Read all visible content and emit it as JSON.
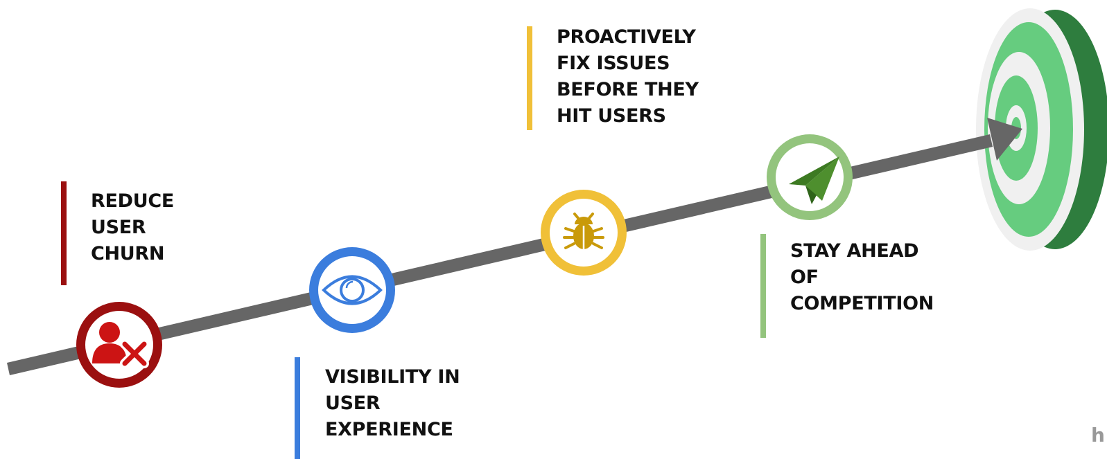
{
  "steps": [
    {
      "id": "reduce-churn",
      "lines": [
        "REDUCE",
        "USER",
        "CHURN"
      ],
      "icon": "user-remove-icon",
      "color": "#9b1010"
    },
    {
      "id": "visibility",
      "lines": [
        "VISIBILITY IN",
        "USER",
        "EXPERIENCE"
      ],
      "icon": "eye-icon",
      "color": "#3b7ddd"
    },
    {
      "id": "fix-issues",
      "lines": [
        "PROACTIVELY",
        "FIX ISSUES",
        "BEFORE THEY",
        "HIT USERS"
      ],
      "icon": "bug-icon",
      "color": "#f0c038"
    },
    {
      "id": "stay-ahead",
      "lines": [
        "STAY AHEAD",
        "OF",
        "COMPETITION"
      ],
      "icon": "paper-plane-icon",
      "color": "#93c47d"
    }
  ],
  "target": {
    "icon": "target-icon",
    "colors": [
      "#2e7d3e",
      "#66cc7f",
      "#f0f0f0"
    ]
  },
  "arrow_color": "#666666",
  "corner_text": "h"
}
